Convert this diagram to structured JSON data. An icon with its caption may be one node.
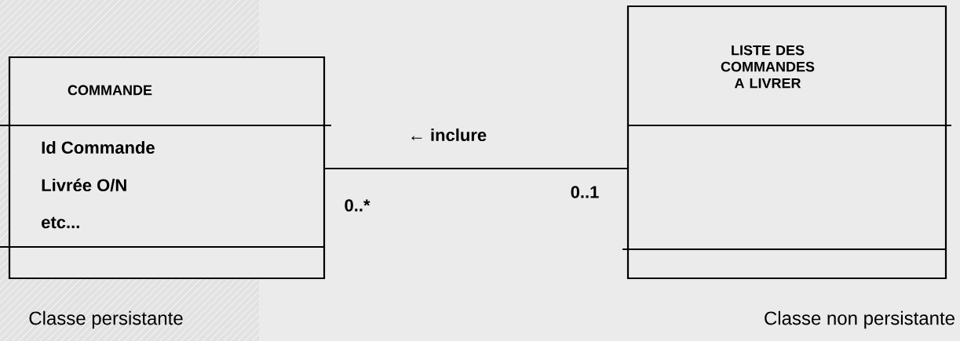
{
  "diagram": {
    "nodes": [
      {
        "text": [
          "COMMANDE",
          "Id Commande",
          "Livrée O/N",
          "etc..."
        ],
        "beside": [
          "Classe persistante"
        ]
      },
      {
        "text": [
          "LISTE DES COMMANDES A LIVRER"
        ],
        "beside": [
          "Classe non persistante"
        ]
      }
    ],
    "edges": [
      {
        "from": 0,
        "to": 1,
        "arrow": "none",
        "label": "← inclure"
      }
    ],
    "labels": [
      "0..*",
      "0..1"
    ]
  }
}
